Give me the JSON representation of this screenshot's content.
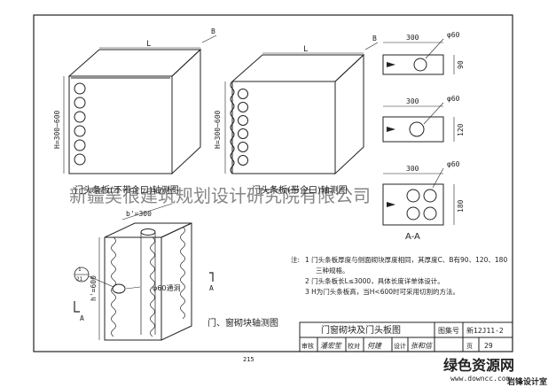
{
  "drawing": {
    "view1_caption": "门头条板(不带企口)轴测图",
    "view2_caption": "门头条板(带企口)轴测图",
    "view3_caption": "门、窗砌块轴测图",
    "dim_L": "L",
    "dim_B": "B",
    "dim_H": "H=300~600",
    "dim_b": "b'=300",
    "dim_h": "h'=600",
    "hole_label": "φ60通洞",
    "section_marker": "1",
    "section_sheet": "21",
    "cut_A": "A",
    "section_title": "A-A",
    "sec1_width": "300",
    "sec1_height": "90",
    "sec1_dia": "φ60",
    "sec2_width": "300",
    "sec2_height": "120",
    "sec2_dia": "φ60",
    "sec3_width": "300",
    "sec3_height": "180",
    "sec3_dia": "φ60"
  },
  "notes": {
    "heading": "注:",
    "n1a": "1  门头条板厚度与侧面砌块厚度相同，其厚度C、B有90、120、180",
    "n1b": "三种规格。",
    "n2": "2  门头条板长L≤3000，具体长度详单体设计。",
    "n3": "3  H为门头条板高，当H<600时可采用切割的方法。"
  },
  "title_block": {
    "title": "门窗砌块及门头板图",
    "label_atlas_no": "图集号",
    "atlas_no": "新12J11-2",
    "label_review": "审核",
    "review_sig": "潘宏笙",
    "label_check": "校对",
    "check_sig": "何建",
    "label_design": "设计",
    "design_sig": "张和信",
    "label_page": "页",
    "page_no": "29"
  },
  "page_footer": "215",
  "watermark_org": "新疆吴很建筑规划设计研究院有限公司",
  "watermark_site_cn": "绿色资源网",
  "watermark_site_url": "www.downcc.com",
  "watermark_studio": "岩锋设计室",
  "colors": {
    "ink": "#222222",
    "watermark": "#9a9a9a",
    "green": "#5fbf2a"
  }
}
